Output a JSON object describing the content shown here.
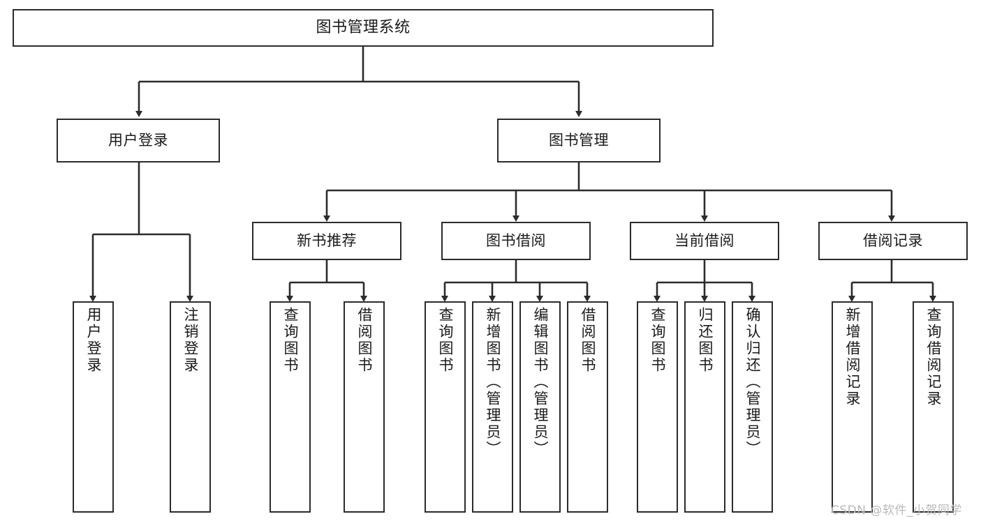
{
  "diagram": {
    "title": "图书管理系统",
    "type": "tree-hierarchy-chart",
    "root": {
      "label": "图书管理系统"
    },
    "level1": [
      {
        "label": "用户登录"
      },
      {
        "label": "图书管理"
      }
    ],
    "level2": [
      {
        "label": "新书推荐"
      },
      {
        "label": "图书借阅"
      },
      {
        "label": "当前借阅"
      },
      {
        "label": "借阅记录"
      }
    ],
    "leaves": {
      "user_login": [
        {
          "label": "用户登录"
        },
        {
          "label": "注销登录"
        }
      ],
      "new_book_recommend": [
        {
          "label": "查询图书"
        },
        {
          "label": "借阅图书"
        }
      ],
      "book_borrow": [
        {
          "label": "查询图书"
        },
        {
          "label": "新增图书（管理员）"
        },
        {
          "label": "编辑图书（管理员）"
        },
        {
          "label": "借阅图书"
        }
      ],
      "current_borrow": [
        {
          "label": "查询图书"
        },
        {
          "label": "归还图书"
        },
        {
          "label": "确认归还（管理员）"
        }
      ],
      "borrow_record": [
        {
          "label": "新增借阅记录"
        },
        {
          "label": "查询借阅记录"
        }
      ]
    }
  },
  "watermark": {
    "text": "CSDN @软件_小贺同学"
  },
  "colors": {
    "stroke": "#2b2b2b",
    "fill": "#ffffff",
    "text": "#1a1a1a",
    "watermark": "#b9b9b9"
  }
}
